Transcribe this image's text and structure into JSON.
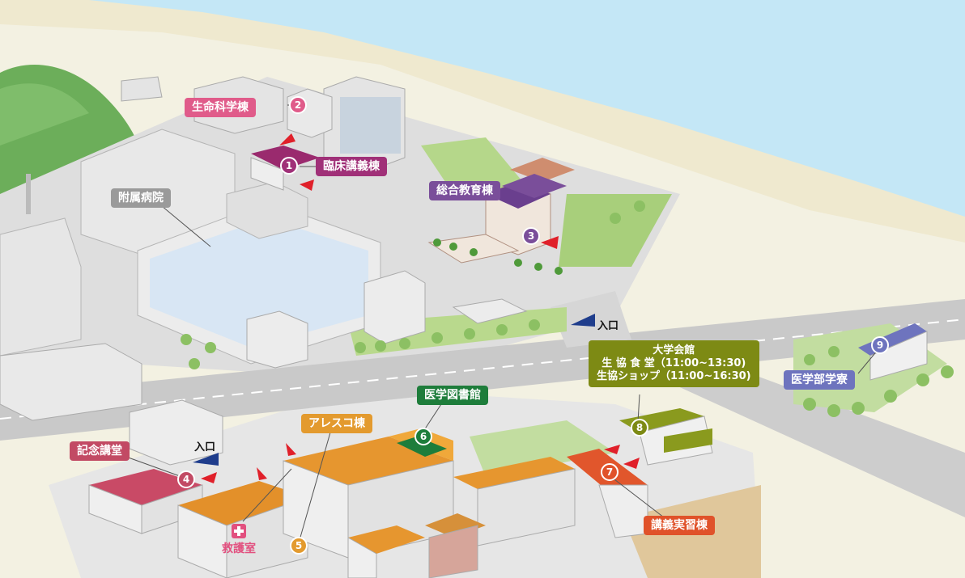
{
  "buildings": [
    {
      "id": "life-science",
      "number": "2",
      "label": "生命科学棟"
    },
    {
      "id": "clinical-lecture",
      "number": "1",
      "label": "臨床講義棟"
    },
    {
      "id": "hospital",
      "number": "",
      "label": "附属病院"
    },
    {
      "id": "general-education",
      "number": "3",
      "label": "総合教育棟"
    },
    {
      "id": "memorial-hall",
      "number": "4",
      "label": "記念講堂"
    },
    {
      "id": "aresco",
      "number": "5",
      "label": "アレスコ棟"
    },
    {
      "id": "infirmary",
      "number": "",
      "label": "救護室"
    },
    {
      "id": "medical-library",
      "number": "6",
      "label": "医学図書館"
    },
    {
      "id": "lecture-practice",
      "number": "7",
      "label": "講義実習棟"
    },
    {
      "id": "university-hall",
      "number": "8",
      "label": "大学会館",
      "lines": [
        "生 協 食 堂（11:00~13:30)",
        "生協ショップ（11:00~16:30)"
      ]
    },
    {
      "id": "dormitory",
      "number": "9",
      "label": "医学部学寮"
    }
  ],
  "entrances": [
    "入口",
    "入口"
  ],
  "colors": {
    "sea": "#c4e7f6",
    "sand": "#efe9cf",
    "ground": "#f3f1e2",
    "road": "#cfcfcf",
    "hill": "#6cae5a",
    "building": "#eeeeee",
    "orange_roof": "#e39a2e",
    "red_arrow": "#e0202a",
    "entrance_marker": "#1f3d8c"
  }
}
